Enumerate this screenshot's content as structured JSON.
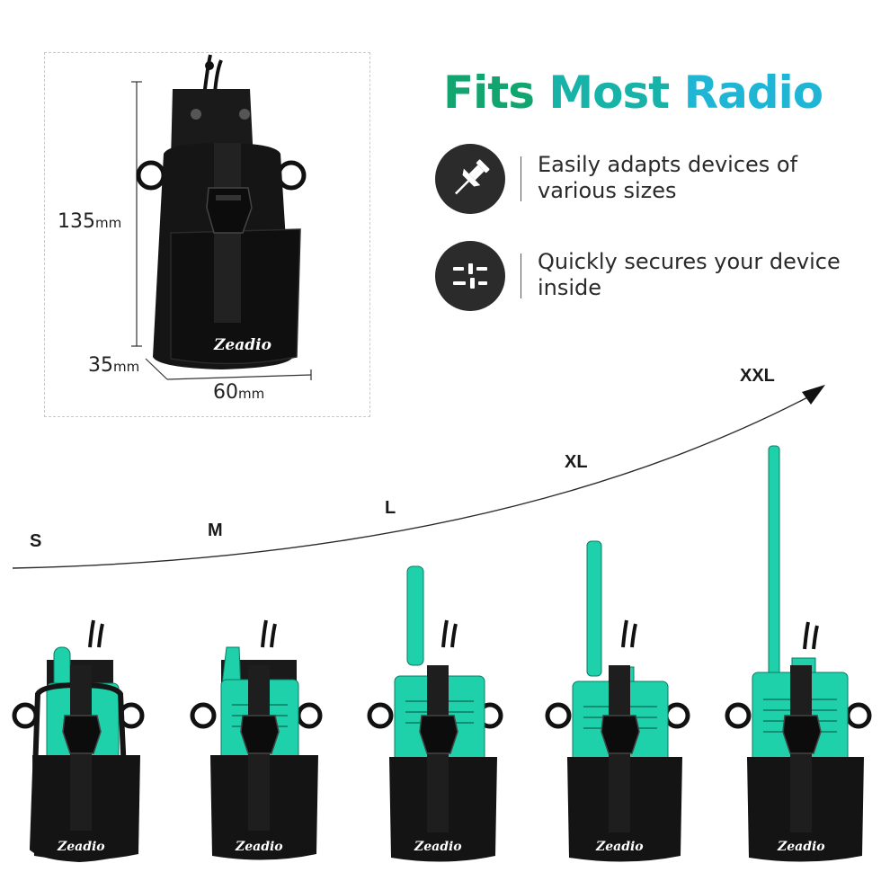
{
  "title": {
    "part1": "Fits",
    "part2": "Most",
    "part3": "Radio"
  },
  "colors": {
    "title_green": "#12a56f",
    "title_teal": "#17b2a8",
    "title_cyan": "#1fb6d6",
    "radio_green": "#1fd1aa",
    "pouch_black": "#141414"
  },
  "dimensions": {
    "height": {
      "value": "135",
      "unit": "mm"
    },
    "depth": {
      "value": "35",
      "unit": "mm"
    },
    "width": {
      "value": "60",
      "unit": "mm"
    }
  },
  "features": [
    {
      "icon": "push-pin-icon",
      "text": "Easily adapts devices of various sizes"
    },
    {
      "icon": "sliders-icon",
      "text": "Quickly secures your device inside"
    }
  ],
  "sizes": [
    "S",
    "M",
    "L",
    "XL",
    "XXL"
  ],
  "brand": "Zeadio"
}
